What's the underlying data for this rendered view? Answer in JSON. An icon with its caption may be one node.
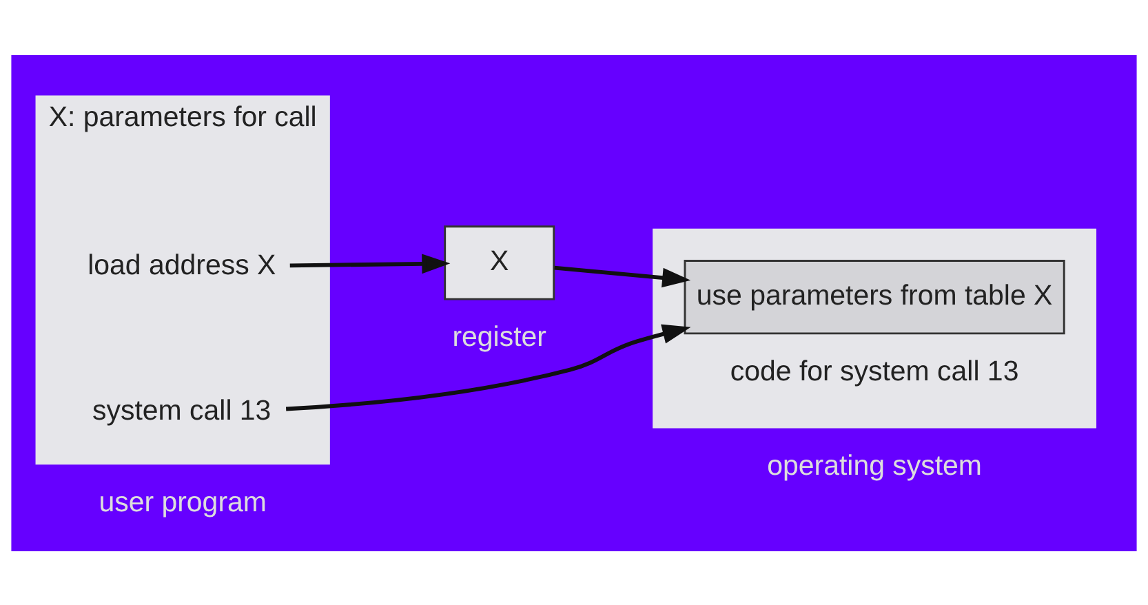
{
  "diagram": {
    "nodes": [
      {
        "text": [
          "X: parameters for call"
        ],
        "beside": [
          "user program"
        ]
      },
      {
        "text": [
          "load address X"
        ],
        "in": 0
      },
      {
        "text": [
          "system call 13"
        ],
        "in": 0
      },
      {
        "text": [
          "X"
        ],
        "beside": [
          "register"
        ]
      },
      {
        "text": [],
        "shape": "box",
        "beside": [
          "operating system"
        ]
      },
      {
        "text": [
          "use parameters from table X"
        ],
        "in": 4,
        "beside": [
          "code for system call 13"
        ]
      }
    ],
    "edges": [
      {
        "from": 1,
        "to": 3,
        "arrow": "to"
      },
      {
        "from": 3,
        "to": 5,
        "arrow": "to"
      },
      {
        "from": 2,
        "to": 5,
        "arrow": "to"
      }
    ]
  }
}
